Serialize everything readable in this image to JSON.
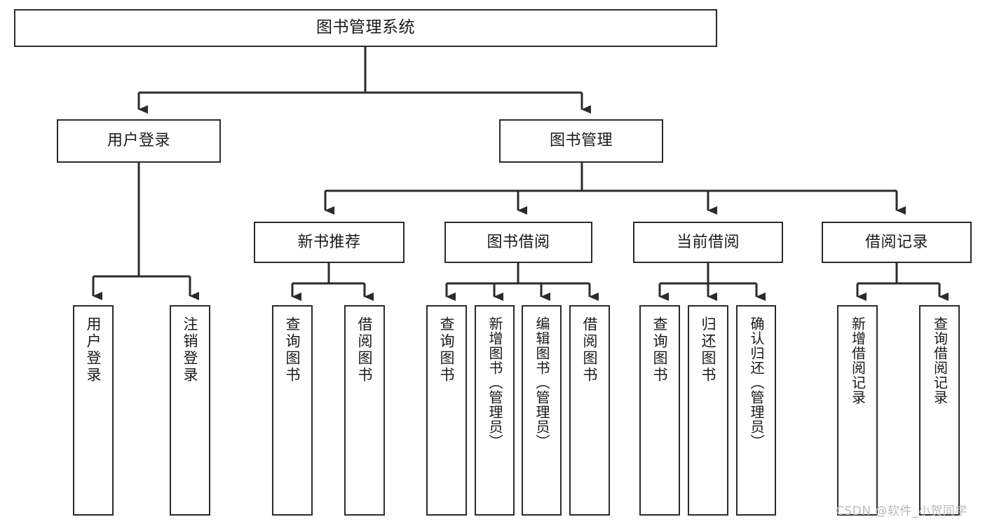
{
  "diagram": {
    "title": "图书管理系统",
    "type": "tree-hierarchy",
    "colors": {
      "box_border": "#2b2b2b",
      "box_fill": "#ffffff",
      "edge": "#2b2b2b",
      "background": "#ffffff",
      "watermark": "#b9b9b9"
    },
    "nodes": {
      "root": {
        "label": "图书管理系统"
      },
      "level1": [
        {
          "label": "用户登录"
        },
        {
          "label": "图书管理"
        }
      ],
      "level2": [
        {
          "label": "新书推荐"
        },
        {
          "label": "图书借阅"
        },
        {
          "label": "当前借阅"
        },
        {
          "label": "借阅记录"
        }
      ],
      "leaves": {
        "user_login": [
          {
            "label": "用户登录"
          },
          {
            "label": "注销登录"
          }
        ],
        "new_book_recommend": [
          {
            "label": "查询图书"
          },
          {
            "label": "借阅图书"
          }
        ],
        "book_borrow": [
          {
            "label": "查询图书"
          },
          {
            "label": "新增图书（管理员）"
          },
          {
            "label": "编辑图书（管理员）"
          },
          {
            "label": "借阅图书"
          }
        ],
        "current_borrow": [
          {
            "label": "查询图书"
          },
          {
            "label": "归还图书"
          },
          {
            "label": "确认归还（管理员）"
          }
        ],
        "borrow_record": [
          {
            "label": "新增借阅记录"
          },
          {
            "label": "查询借阅记录"
          }
        ]
      }
    },
    "watermark": "CSDN @软件_小贺同学"
  }
}
